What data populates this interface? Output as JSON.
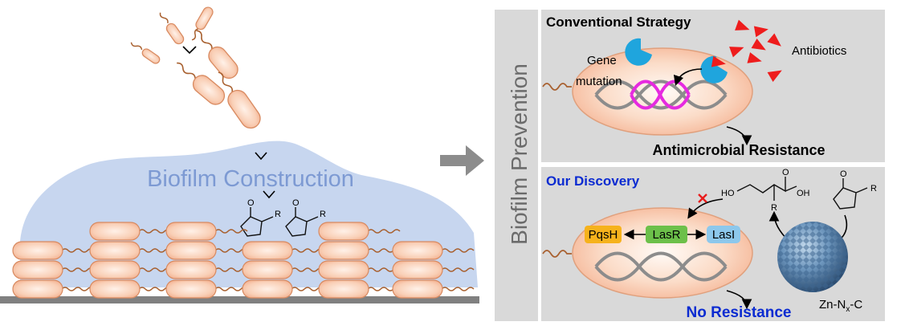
{
  "left_panel": {
    "title": "Biofilm Construction"
  },
  "right_panel": {
    "side_title": "Biofilm Prevention",
    "conventional": {
      "title": "Conventional Strategy",
      "gene_line1": "Gene",
      "gene_line2": "mutation",
      "antibiotics": "Antibiotics",
      "result": "Antimicrobial Resistance"
    },
    "discovery": {
      "title": "Our Discovery",
      "pqsh": "PqsH",
      "lasr": "LasR",
      "lasi": "LasI",
      "result": "No Resistance",
      "catalyst_main": "Zn-N",
      "catalyst_sub": "x",
      "catalyst_tail": "-C"
    },
    "molecule_labels": {
      "ho": "HO",
      "oh": "OH",
      "o": "O",
      "r": "R"
    }
  },
  "colors": {
    "biofilm": "#c7d6ef",
    "cell_fill": "#f7c3a7",
    "cell_stroke": "#d88a60",
    "flagella": "#a8602f",
    "panel_bg": "#d9d9d9",
    "dna_gray": "#8c8c8c",
    "dna_magenta": "#e62ae0",
    "antibiotic_red": "#ee1c1c",
    "enzyme_blue": "#1fa5dd",
    "title_blue": "#0b2bd1",
    "pqsh_orange": "#f6b21c",
    "lasr_green": "#6cc04a",
    "lasi_blue": "#8dc8ec",
    "arrow_gray": "#8c8c8c"
  }
}
